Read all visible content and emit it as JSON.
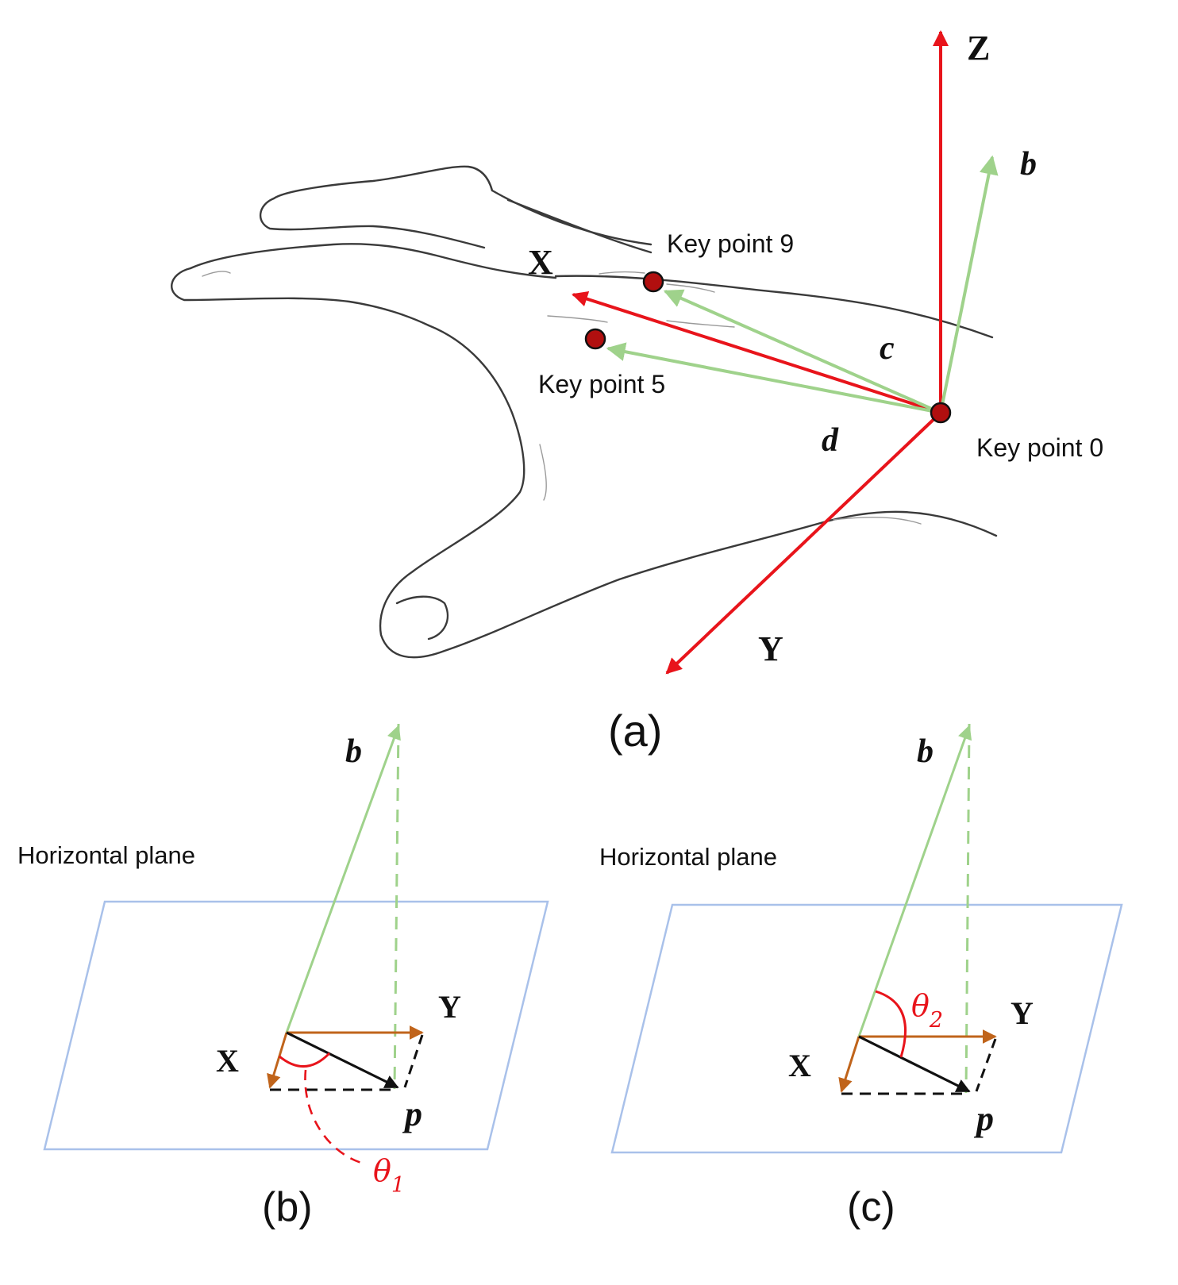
{
  "colors": {
    "axis_red": "#e8141b",
    "vector_green": "#9fd28b",
    "axis_orange": "#c0641b",
    "plane_blue": "#a9c1ea",
    "keypoint_fill": "#b10f0f",
    "angle_red": "#e8141b",
    "hand_outline": "#3a3a3a"
  },
  "panel_a": {
    "caption": "(a)",
    "axis_x": "X",
    "axis_y": "Y",
    "axis_z": "Z",
    "vector_b": "b",
    "vector_c": "c",
    "vector_d": "d",
    "keypoint_0": "Key point 0",
    "keypoint_5": "Key point 5",
    "keypoint_9": "Key point 9"
  },
  "panel_b": {
    "caption": "(b)",
    "plane_label": "Horizontal plane",
    "vector_b": "b",
    "axis_x": "X",
    "axis_y": "Y",
    "vector_p": "p",
    "angle_symbol": "θ",
    "angle_subscript": "1"
  },
  "panel_c": {
    "caption": "(c)",
    "plane_label": "Horizontal plane",
    "vector_b": "b",
    "axis_x": "X",
    "axis_y": "Y",
    "vector_p": "p",
    "angle_symbol": "θ",
    "angle_subscript": "2"
  }
}
